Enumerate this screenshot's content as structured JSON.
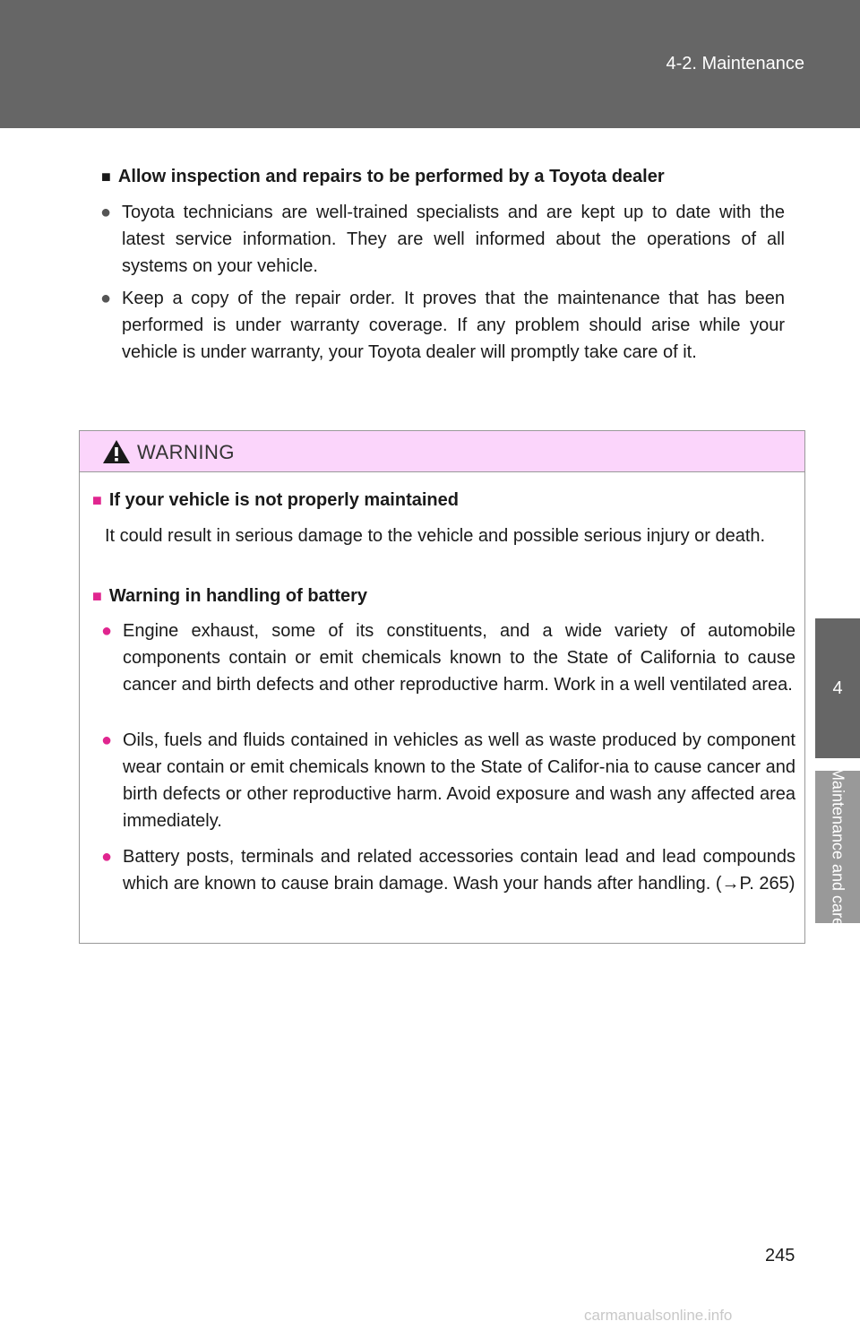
{
  "header": {
    "section": "4-2. Maintenance"
  },
  "side_tab": {
    "number": "4",
    "label": "Maintenance and care"
  },
  "section": {
    "square_glyph": "■",
    "heading": "Allow inspection and repairs to be performed by a Toyota dealer",
    "bullet_glyph": "●",
    "bullets": [
      "Toyota technicians are well-trained specialists and are kept up to date with the latest service information. They are well informed about the operations of all systems on your vehicle.",
      "Keep a copy of the repair order. It proves that the maintenance that has been performed is under warranty coverage. If any problem should arise while your vehicle is under warranty, your Toyota dealer will promptly take care of it."
    ]
  },
  "warning": {
    "title": "WARNING",
    "header_color": "#fbd5fb",
    "accent_color": "#e0258f",
    "items": [
      {
        "heading": "If your vehicle is not properly maintained",
        "text": "It could result in serious damage to the vehicle and possible serious injury or death."
      },
      {
        "heading": "Warning in handling of battery",
        "bullets": [
          "Engine exhaust, some of its constituents, and a wide variety of automobile components contain or emit chemicals known to the State of California to cause cancer and birth defects and other reproductive harm. Work in a well ventilated area.",
          "Oils, fuels and fluids contained in vehicles as well as waste produced by component wear contain or emit chemicals known to the State of Califor-nia to cause cancer and birth defects or other reproductive harm. Avoid exposure and wash any affected area immediately.",
          "Battery posts, terminals and related accessories contain lead and lead compounds which are known to cause brain damage. Wash your hands after handling. (→P. 265)"
        ]
      }
    ]
  },
  "page_number": "245",
  "watermark": "carmanualsonline.info"
}
